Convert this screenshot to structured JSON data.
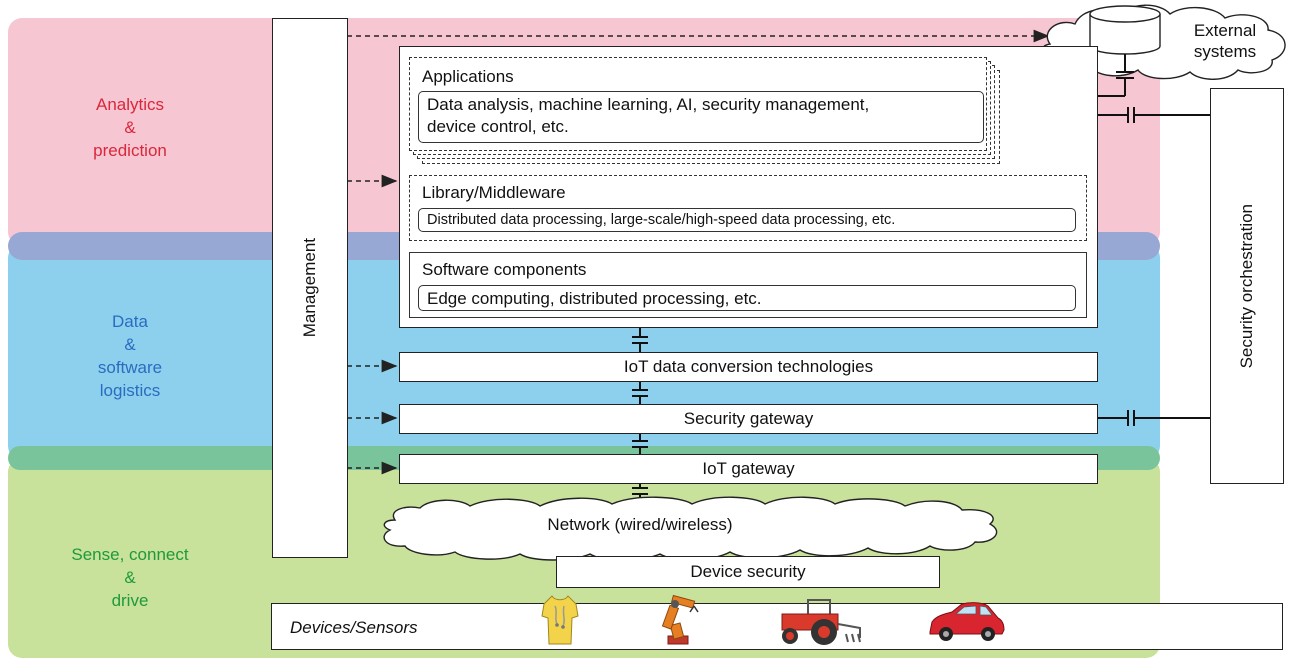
{
  "layers": {
    "analytics": {
      "line1": "Analytics",
      "line2": "&",
      "line3": "prediction",
      "color": "#d8283a"
    },
    "data": {
      "line1": "Data",
      "line2": "&",
      "line3": "software",
      "line4": "logistics",
      "color": "#2a6cbf"
    },
    "sense": {
      "line1": "Sense, connect",
      "line2": "&",
      "line3": "drive",
      "color": "#1f9a3a"
    }
  },
  "management": "Management",
  "security_orchestration": "Security orchestration",
  "external_systems": {
    "line1": "External",
    "line2": "systems"
  },
  "applications": {
    "title": "Applications",
    "content_line1": "Data analysis, machine learning, AI, security management,",
    "content_line2": "device control, etc."
  },
  "library": {
    "title": "Library/Middleware",
    "content": "Distributed data processing, large-scale/high-speed data processing, etc."
  },
  "software_components": {
    "title": "Software components",
    "content": "Edge computing, distributed processing, etc."
  },
  "iot_data_conversion": "IoT data conversion technologies",
  "security_gateway": "Security gateway",
  "iot_gateway": "IoT gateway",
  "network": "Network (wired/wireless)",
  "device_security": "Device security",
  "devices": {
    "label": "Devices/Sensors",
    "icons": [
      "shirt-icon",
      "robot-arm-icon",
      "tractor-icon",
      "car-icon"
    ]
  },
  "colors": {
    "analytics_bg": "#f7c6d3",
    "data_bg": "#8dd0ee",
    "sense_bg": "#c8e19b",
    "band_analytics_data": "#98a8d4",
    "band_data_sense": "#79c49a"
  }
}
